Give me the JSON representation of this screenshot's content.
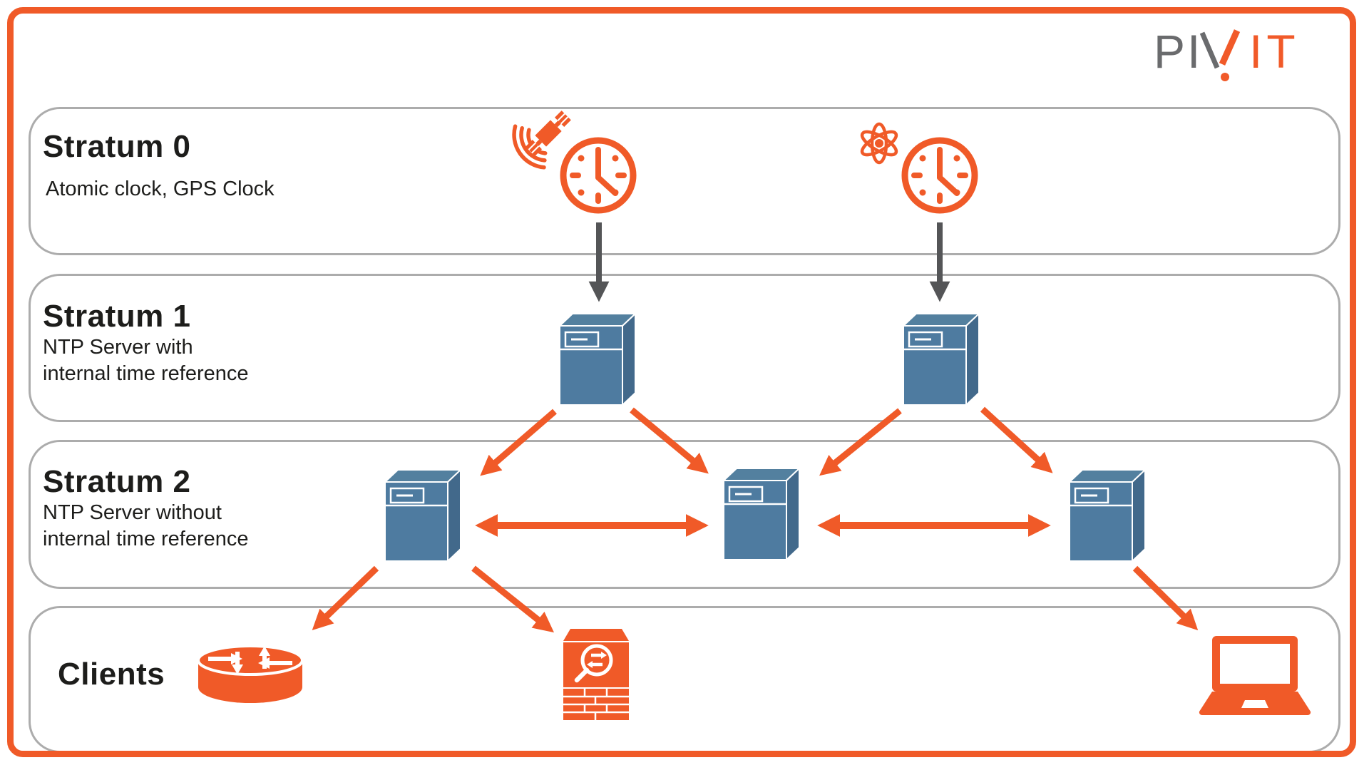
{
  "brand": {
    "logo_full": "PIVIT",
    "logo_gray_text": "PI",
    "logo_v_letter": "V",
    "logo_orange_text": "IT"
  },
  "colors": {
    "accent_orange": "#F05A28",
    "server_blue_front": "#4E7BA0",
    "server_blue_side": "#42698B",
    "server_blue_top": "#53809F",
    "arrow_gray": "#545557",
    "row_border_gray": "#ACACAC",
    "text_black": "#1D1D1B",
    "logo_gray": "#6A6B6D"
  },
  "strata": [
    {
      "title": "Stratum 0",
      "subtitle_lines": [
        "Atomic clock, GPS Clock"
      ]
    },
    {
      "title": "Stratum 1",
      "subtitle_lines": [
        "NTP Server with",
        "internal time reference"
      ]
    },
    {
      "title": "Stratum 2",
      "subtitle_lines": [
        "NTP Server without",
        "internal time reference"
      ]
    },
    {
      "title": "Clients",
      "subtitle_lines": []
    }
  ],
  "icons": {
    "stratum0": [
      "satellite-icon",
      "clock-icon",
      "atom-icon",
      "clock-icon"
    ],
    "stratum1": [
      "ntp-server-icon",
      "ntp-server-icon"
    ],
    "stratum2": [
      "ntp-server-icon",
      "ntp-server-icon",
      "ntp-server-icon"
    ],
    "clients": [
      "router-icon",
      "firewall-icon",
      "laptop-icon"
    ]
  }
}
